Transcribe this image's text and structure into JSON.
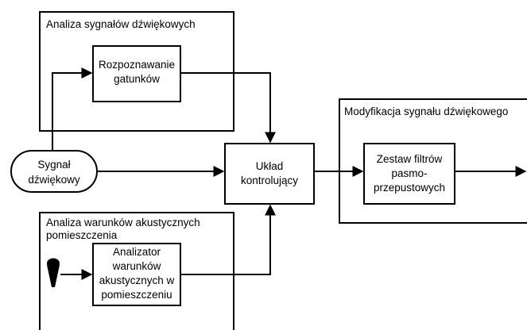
{
  "groups": {
    "sound_analysis": {
      "title": "Analiza sygnałów dźwiękowych"
    },
    "sound_modification": {
      "title": "Modyfikacja sygnału dźwiękowego"
    },
    "acoustic_analysis": {
      "title_line1": "Analiza warunków akustycznych",
      "title_line2": "pomieszczenia"
    }
  },
  "nodes": {
    "species_recognition": {
      "line1": "Rozpoznawanie",
      "line2": "gatunków"
    },
    "sound_signal": {
      "line1": "Sygnał",
      "line2": "dźwiękowy"
    },
    "control_unit": {
      "line1": "Układ",
      "line2": "kontrolujący"
    },
    "filter_bank": {
      "line1": "Zestaw filtrów",
      "line2": "pasmo-",
      "line3": "przepustowych"
    },
    "room_analyzer": {
      "line1": "Analizator",
      "line2": "warunków",
      "line3": "akustycznych w",
      "line4": "pomieszczeniu"
    }
  },
  "icons": {
    "input_device": "microphone-icon"
  }
}
